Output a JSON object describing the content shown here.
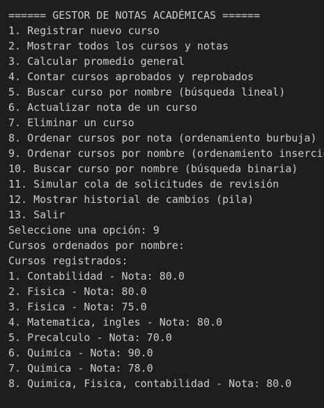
{
  "terminal": {
    "header": "====== GESTOR DE NOTAS ACADÉMICAS ======",
    "menu": [
      "1. Registrar nuevo curso",
      "2. Mostrar todos los cursos y notas",
      "3. Calcular promedio general",
      "4. Contar cursos aprobados y reprobados",
      "5. Buscar curso por nombre (búsqueda lineal)",
      "6. Actualizar nota de un curso",
      "7. Eliminar un curso",
      "8. Ordenar cursos por nota (ordenamiento burbuja)",
      "9. Ordenar cursos por nombre (ordenamiento insercio",
      "10. Buscar curso por nombre (búsqueda binaria)",
      "11. Simular cola de solicitudes de revisión",
      "12. Mostrar historial de cambios (pila)",
      "13. Salir"
    ],
    "prompt": "Seleccione una opción: 9",
    "sorted_title": "Cursos ordenados por nombre:",
    "registered_title": "Cursos registrados:",
    "courses": [
      "1. Contabilidad - Nota: 80.0",
      "2. Fisica - Nota: 80.0",
      "3. Fisica - Nota: 75.0",
      "4. Matematica, ingles - Nota: 80.0",
      "5. Precalculo - Nota: 70.0",
      "6. Quimica - Nota: 90.0",
      "7. Quimica - Nota: 78.0",
      "8. Quimica, Fisica, contabilidad - Nota: 80.0"
    ]
  }
}
